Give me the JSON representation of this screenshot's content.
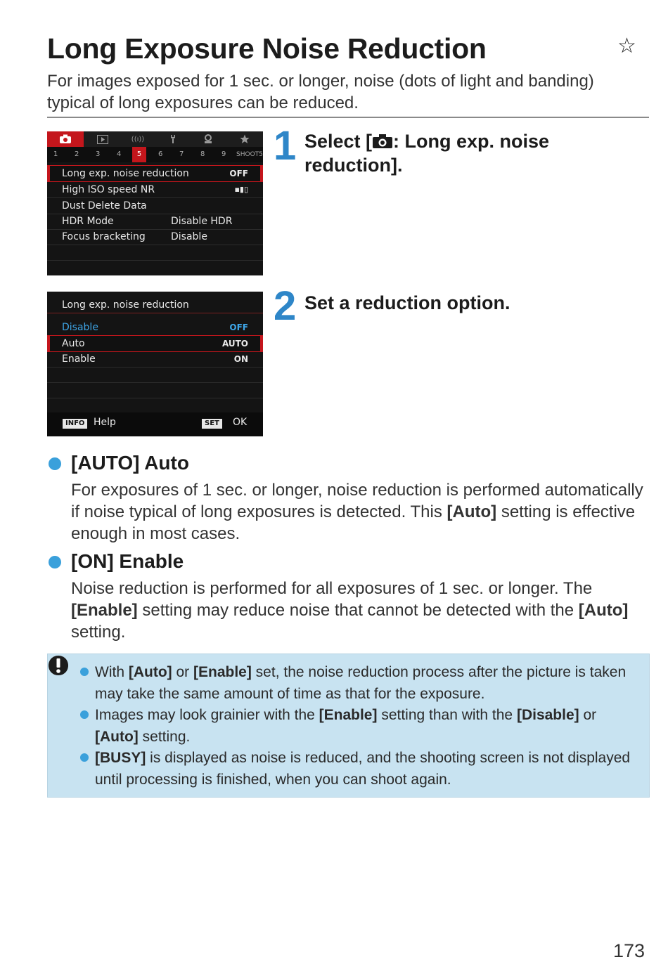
{
  "page": {
    "title": "Long Exposure Noise Reduction",
    "star": "☆",
    "intro": "For images exposed for 1 sec. or longer, noise (dots of light and banding) typical of long exposures can be reduced.",
    "page_number": "173"
  },
  "screen1": {
    "tabs": [
      "📷",
      "▶",
      "((i))",
      "🔧",
      "⚙",
      "★"
    ],
    "numbers": [
      "1",
      "2",
      "3",
      "4",
      "5",
      "6",
      "7",
      "8",
      "9",
      "SHOOT5"
    ],
    "rows": [
      {
        "label": "Long exp. noise reduction",
        "value": "",
        "badge": "OFF"
      },
      {
        "label": "High ISO speed NR",
        "value": "",
        "badge": "▪▮▯"
      },
      {
        "label": "Dust Delete Data",
        "value": "",
        "badge": ""
      },
      {
        "label": "HDR Mode",
        "value": "Disable HDR",
        "badge": ""
      },
      {
        "label": "Focus bracketing",
        "value": "Disable",
        "badge": ""
      }
    ]
  },
  "screen2": {
    "header": "Long exp. noise reduction",
    "options": [
      {
        "label": "Disable",
        "badge": "OFF"
      },
      {
        "label": "Auto",
        "badge": "AUTO"
      },
      {
        "label": "Enable",
        "badge": "ON"
      }
    ],
    "info_key": "INFO",
    "info_label": "Help",
    "set_key": "SET",
    "set_label": "OK"
  },
  "steps": [
    {
      "number": "1",
      "text_pre": "Select [",
      "text_post": ": Long exp. noise reduction]."
    },
    {
      "number": "2",
      "text": "Set a reduction option."
    }
  ],
  "options": {
    "auto": {
      "heading": "[AUTO] Auto",
      "body_pre": "For exposures of 1 sec. or longer, noise reduction is performed automatically if noise typical of long exposures is detected. This ",
      "body_bold": "[Auto]",
      "body_post": " setting is effective enough in most cases."
    },
    "on": {
      "heading": "[ON] Enable",
      "body_pre": "Noise reduction is performed for all exposures of 1 sec. or longer. The ",
      "body_bold1": "[Enable]",
      "body_mid": " setting may reduce noise that cannot be detected with the ",
      "body_bold2": "[Auto]",
      "body_post": " setting."
    }
  },
  "caution": {
    "icon": "caution-icon",
    "note1": {
      "t1": "With ",
      "b1": "[Auto]",
      "t2": " or ",
      "b2": "[Enable]",
      "t3": " set, the noise reduction process after the picture is taken may take the same amount of time as that for the exposure."
    },
    "note2": {
      "t1": "Images may look grainier with the ",
      "b1": "[Enable]",
      "t2": " setting than with the ",
      "b2": "[Disable]",
      "t3": " or ",
      "b3": "[Auto]",
      "t4": " setting."
    },
    "note3": {
      "b1": "[BUSY]",
      "t1": " is displayed as noise is reduced, and the shooting screen is not displayed until processing is finished, when you can shoot again."
    }
  },
  "colors": {
    "accent_red": "#c4161c",
    "accent_blue": "#2e86c8",
    "caution_bg": "#c8e3f1"
  }
}
